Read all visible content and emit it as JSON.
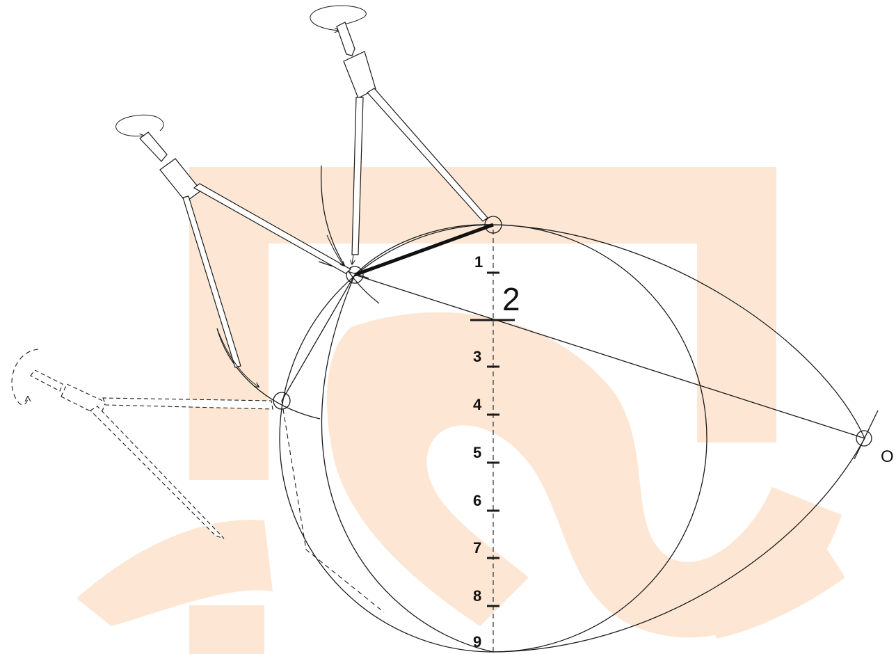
{
  "division_numbers": [
    "1",
    "2",
    "3",
    "4",
    "5",
    "6",
    "7",
    "8",
    "9"
  ],
  "point_label": "O",
  "colors": {
    "line": "#1a1a1a",
    "watermark": "#fde7d4",
    "background": "#ffffff"
  },
  "icons": [
    "compass-tool-icon",
    "rotation-arrow-icon",
    "watermark-logo"
  ]
}
